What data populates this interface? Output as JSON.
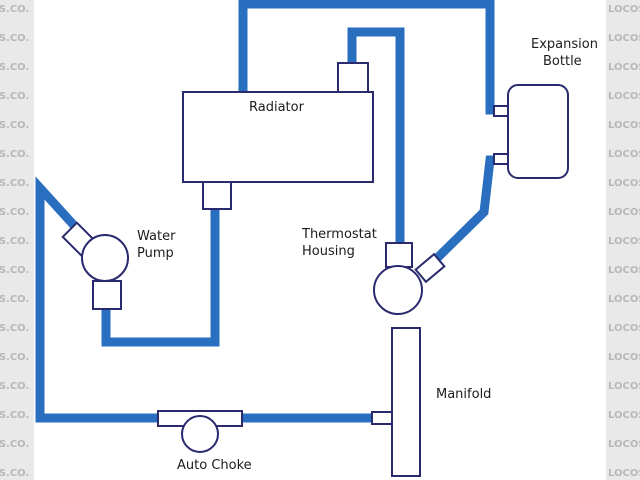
{
  "watermark": {
    "left_text": "DERS.CO.",
    "right_text": "LOCOST"
  },
  "components": {
    "radiator": "Radiator",
    "expansion_bottle": [
      "Expansion",
      "Bottle"
    ],
    "water_pump": [
      "Water",
      "Pump"
    ],
    "thermostat_housing": [
      "Thermostat",
      "Housing"
    ],
    "manifold": "Manifold",
    "auto_choke": "Auto Choke"
  },
  "colors": {
    "pipe": "#2a6fbf",
    "outline": "#2a2a6e",
    "fill": "#ffffff",
    "background": "#ffffff",
    "side_strip": "#e9e9e9",
    "watermark": "#b8b8b8"
  }
}
